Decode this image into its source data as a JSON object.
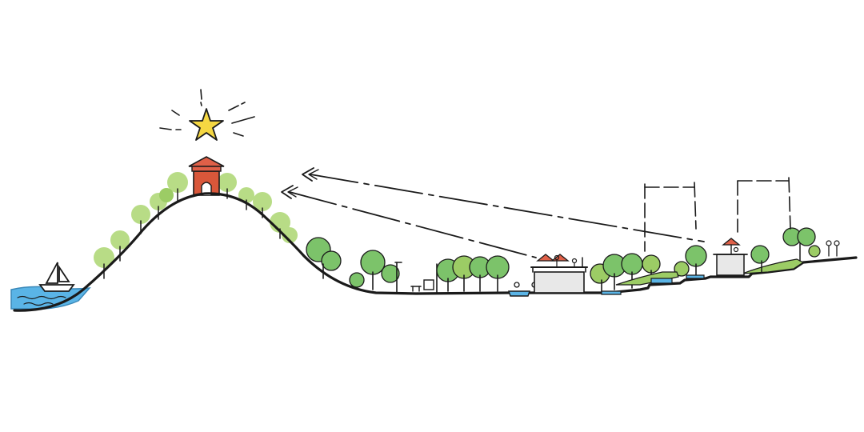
{
  "diagram": {
    "kind": "landscape-section-sketch",
    "subject": "sightline-from-waterfront-to-hilltop-pavilion",
    "colors": {
      "ink": "#1a1a1a",
      "sky_water": "#5ab4e6",
      "water_light": "#9ad3f2",
      "tree_green": "#7cc36a",
      "tree_light": "#b8dc86",
      "tree_dark": "#5aa84a",
      "grass": "#9ccc65",
      "pavilion_red": "#d9573a",
      "roof_red": "#e06048",
      "star_yellow": "#f5d742",
      "building_grey": "#e8e8e8"
    },
    "icons": [
      "star-icon",
      "sailboat-icon",
      "pavilion-icon",
      "tree-icon",
      "person-icon",
      "lamp-post-icon",
      "bench-icon"
    ],
    "sightlines": 2,
    "text_labels": []
  }
}
